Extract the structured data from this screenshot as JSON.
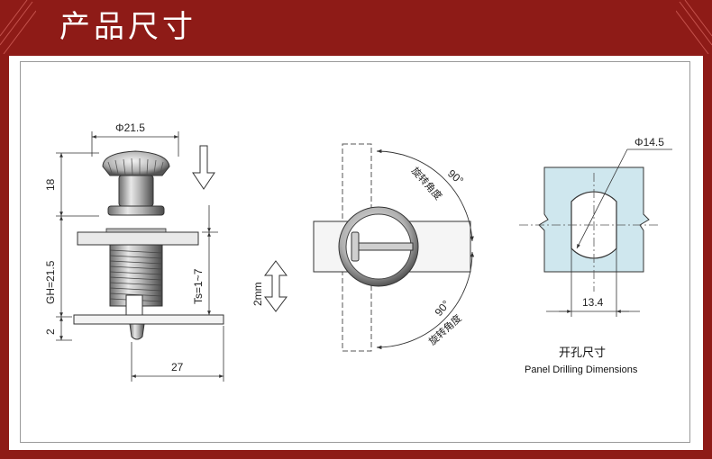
{
  "header": {
    "title": "产品尺寸"
  },
  "colors": {
    "header_bg": "#8e1b17",
    "drawing_line": "#333333",
    "panel_fill": "#cfe7ee",
    "accent_line": "#555555"
  },
  "left_drawing": {
    "diameter_label": "Φ21.5",
    "height_label": "18",
    "gh_label": "GH=21.5",
    "ts_label": "Ts=1~7",
    "base_label": "2",
    "width_label": "27"
  },
  "middle_drawing": {
    "angle_top": "90°",
    "rotation_top": "旋转角度",
    "angle_bottom": "90°",
    "rotation_bottom": "旋转角度",
    "travel_label": "2mm"
  },
  "right_drawing": {
    "hole_diameter_label": "Φ14.5",
    "flat_width_label": "13.4",
    "caption_cn": "开孔尺寸",
    "caption_en": "Panel Drilling Dimensions"
  }
}
